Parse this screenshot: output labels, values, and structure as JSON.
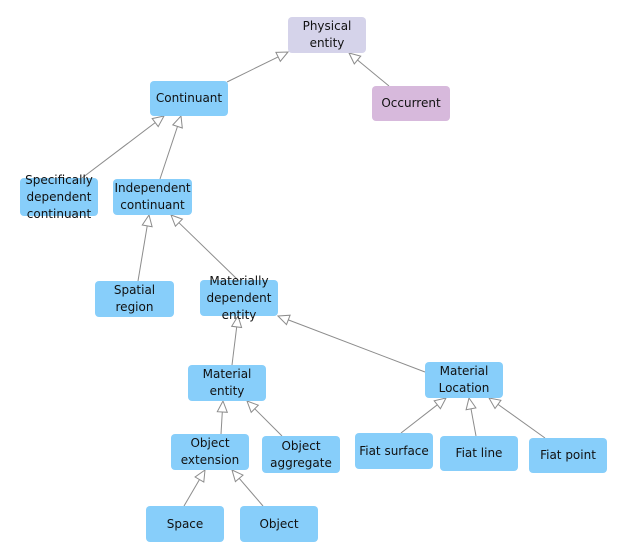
{
  "nodes": {
    "physical_entity": "Physical\nentity",
    "continuant": "Continuant",
    "occurrent": "Occurrent",
    "specifically_dependent_continuant": "Specifically\ndependent\ncontinuant",
    "independent_continuant": "Independent\ncontinuant",
    "spatial_region": "Spatial region",
    "materially_dependent_entity": "Materially\ndependent\nentity",
    "material_entity": "Material\nentity",
    "material_location": "Material\nLocation",
    "object_extension": "Object\nextension",
    "object_aggregate": "Object\naggregate",
    "fiat_surface": "Fiat surface",
    "fiat_line": "Fiat line",
    "fiat_point": "Fiat point",
    "space": "Space",
    "object": "Object"
  },
  "colors": {
    "node_default": "#87cefa",
    "node_root": "#d5d3ea",
    "node_occurrent": "#d7b9dc",
    "edge": "#8c8c8c"
  }
}
